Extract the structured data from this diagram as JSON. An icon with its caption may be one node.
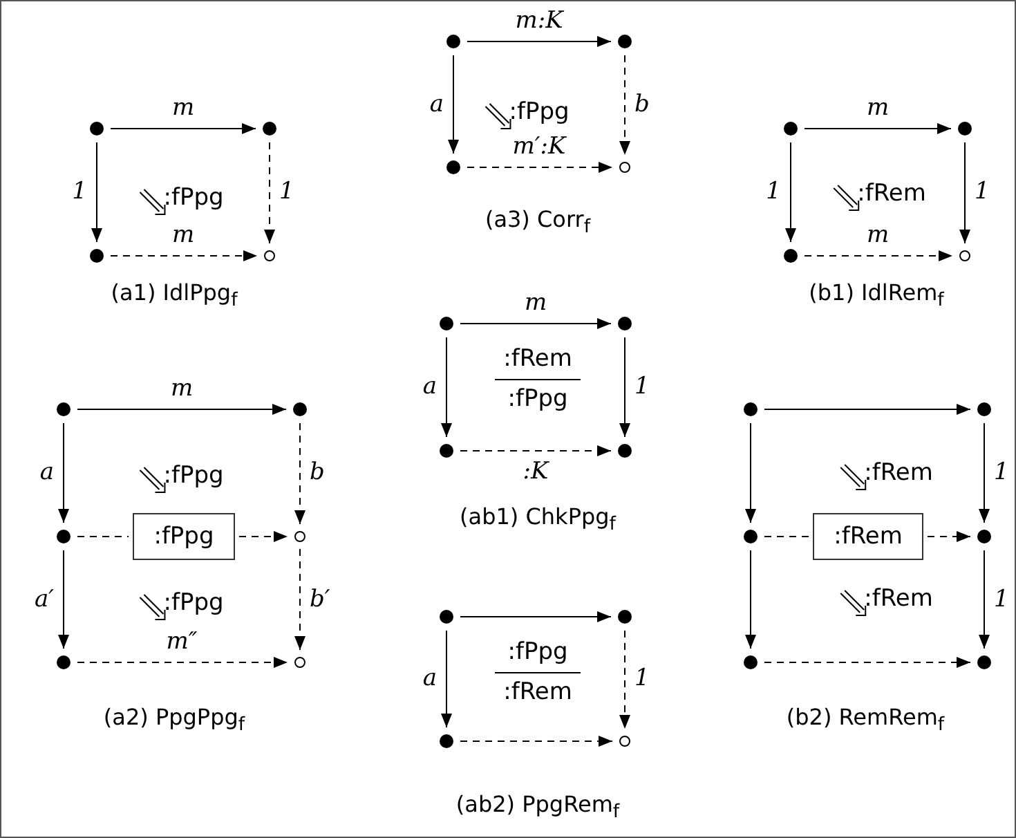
{
  "diagram": {
    "nodes": [
      {
        "text": [],
        "shape": "dot"
      },
      {
        "text": [],
        "shape": "dot"
      },
      {
        "text": [],
        "shape": "dot"
      },
      {
        "text": [],
        "shape": "circle"
      },
      {
        "text": [],
        "shape": "dot"
      },
      {
        "text": [],
        "shape": "dot"
      },
      {
        "text": [],
        "shape": "dot"
      },
      {
        "text": [],
        "shape": "circle"
      },
      {
        "text": [],
        "shape": "dot"
      },
      {
        "text": [],
        "shape": "dot"
      },
      {
        "text": [],
        "shape": "dot"
      },
      {
        "text": [],
        "shape": "circle"
      },
      {
        "text": [],
        "shape": "dot"
      },
      {
        "text": [],
        "shape": "dot"
      },
      {
        "text": [],
        "shape": "dot"
      },
      {
        "text": [],
        "shape": "dot"
      },
      {
        "text": [],
        "shape": "dot"
      },
      {
        "text": [],
        "shape": "dot"
      },
      {
        "text": [],
        "shape": "dot"
      },
      {
        "text": [
          ":fPpg"
        ]
      },
      {
        "text": [],
        "shape": "circle"
      },
      {
        "text": [],
        "shape": "dot"
      },
      {
        "text": [],
        "shape": "circle"
      },
      {
        "text": [],
        "shape": "dot"
      },
      {
        "text": [],
        "shape": "dot"
      },
      {
        "text": [],
        "shape": "dot"
      },
      {
        "text": [
          ":fRem"
        ]
      },
      {
        "text": [],
        "shape": "dot"
      },
      {
        "text": [],
        "shape": "dot"
      },
      {
        "text": [],
        "shape": "dot"
      },
      {
        "text": [],
        "shape": "dot"
      },
      {
        "text": [],
        "shape": "dot"
      },
      {
        "text": [],
        "shape": "dot"
      },
      {
        "text": [],
        "shape": "circle"
      }
    ],
    "edges": [
      {
        "from": 0,
        "to": 1,
        "arrow": "to",
        "label": "m:K"
      },
      {
        "from": 0,
        "to": 2,
        "arrow": "to",
        "label": "a"
      },
      {
        "from": 1,
        "to": 3,
        "arrow": "to",
        "label": "b",
        "style": "dashed"
      },
      {
        "from": 2,
        "to": 3,
        "arrow": "to",
        "label": "m′:K",
        "style": "dashed"
      },
      {
        "from": 4,
        "to": 5,
        "arrow": "to",
        "label": "m"
      },
      {
        "from": 4,
        "to": 6,
        "arrow": "to",
        "label": "1"
      },
      {
        "from": 5,
        "to": 7,
        "arrow": "to",
        "label": "1",
        "style": "dashed"
      },
      {
        "from": 6,
        "to": 7,
        "arrow": "to",
        "label": "m",
        "style": "dashed"
      },
      {
        "from": 8,
        "to": 9,
        "arrow": "to",
        "label": "m"
      },
      {
        "from": 8,
        "to": 10,
        "arrow": "to",
        "label": "1"
      },
      {
        "from": 9,
        "to": 11,
        "arrow": "to",
        "label": "1"
      },
      {
        "from": 10,
        "to": 11,
        "arrow": "to",
        "label": "m",
        "style": "dashed"
      },
      {
        "from": 12,
        "to": 13,
        "arrow": "to",
        "label": "m"
      },
      {
        "from": 12,
        "to": 14,
        "arrow": "to",
        "label": "a"
      },
      {
        "from": 13,
        "to": 15,
        "arrow": "to",
        "label": "1"
      },
      {
        "from": 14,
        "to": 15,
        "arrow": "to",
        "label": ":K",
        "style": "dashed"
      },
      {
        "from": 16,
        "to": 17,
        "arrow": "to",
        "label": "m"
      },
      {
        "from": 16,
        "to": 18,
        "arrow": "to",
        "label": "a"
      },
      {
        "from": 17,
        "to": 20,
        "arrow": "to",
        "label": "b",
        "style": "dashed"
      },
      {
        "from": 18,
        "to": 19,
        "arrow": "none",
        "style": "dashed"
      },
      {
        "from": 19,
        "to": 20,
        "arrow": "to",
        "style": "dashed"
      },
      {
        "from": 18,
        "to": 21,
        "arrow": "to",
        "label": "a′"
      },
      {
        "from": 20,
        "to": 22,
        "arrow": "to",
        "label": "b′",
        "style": "dashed"
      },
      {
        "from": 21,
        "to": 22,
        "arrow": "to",
        "label": "m″",
        "style": "dashed"
      },
      {
        "from": 23,
        "to": 24,
        "arrow": "to"
      },
      {
        "from": 23,
        "to": 25,
        "arrow": "to"
      },
      {
        "from": 24,
        "to": 27,
        "arrow": "to",
        "label": "1"
      },
      {
        "from": 25,
        "to": 26,
        "arrow": "none",
        "style": "dashed"
      },
      {
        "from": 26,
        "to": 27,
        "arrow": "to",
        "style": "dashed"
      },
      {
        "from": 25,
        "to": 28,
        "arrow": "to"
      },
      {
        "from": 27,
        "to": 29,
        "arrow": "to",
        "label": "1"
      },
      {
        "from": 28,
        "to": 29,
        "arrow": "to",
        "style": "dashed"
      },
      {
        "from": 30,
        "to": 31,
        "arrow": "to"
      },
      {
        "from": 30,
        "to": 32,
        "arrow": "to",
        "label": "a"
      },
      {
        "from": 31,
        "to": 33,
        "arrow": "to",
        "label": "1",
        "style": "dashed"
      },
      {
        "from": 32,
        "to": 33,
        "arrow": "to",
        "style": "dashed"
      }
    ],
    "labels": [
      ":fPpg",
      ":fPpg",
      ":fRem",
      "(a3) Corr$_{f}$",
      "(a1) IdlPpg$_{f}$",
      "(b1) IdlRem$_{f}$",
      ":fRem",
      ":fPpg",
      ":fPpg",
      ":fRem",
      "(ab1) ChkPpg$_{f}$",
      ":fPpg",
      ":fRem",
      ":fPpg",
      ":fRem",
      "(a2) PpgPpg$_{f}$",
      "(b2) RemRem$_{f}$",
      "(ab2) PpgRem$_{f}$"
    ]
  }
}
